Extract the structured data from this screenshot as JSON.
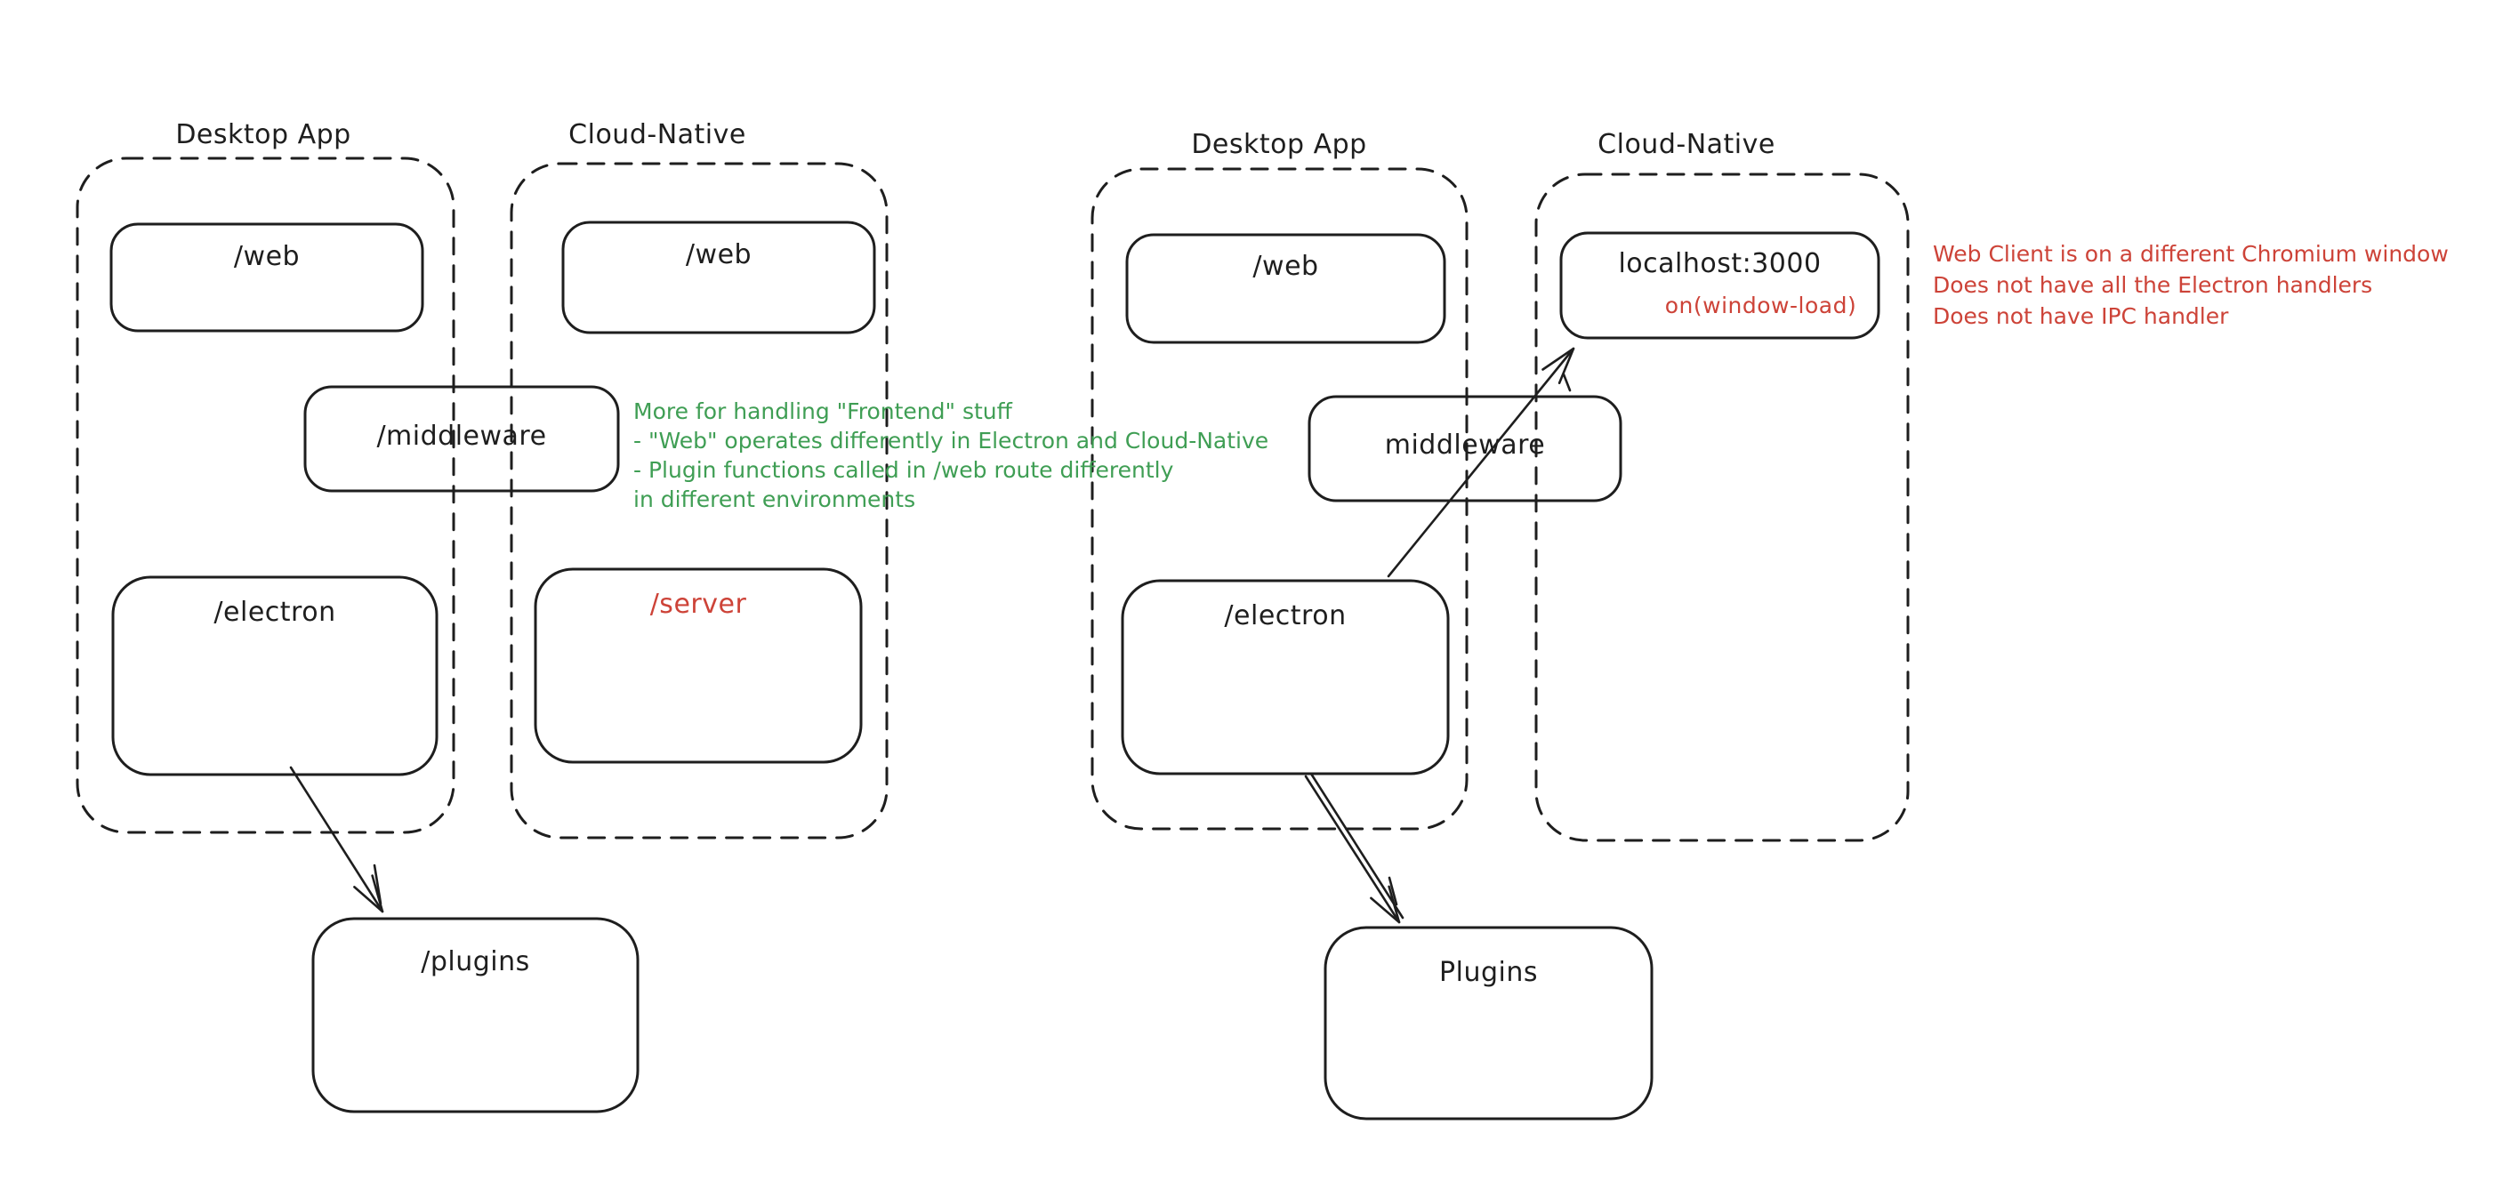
{
  "colors": {
    "stroke": "#1e1e1e",
    "red": "#cd4338",
    "green": "#3f9e54",
    "background": "#ffffff"
  },
  "left_diagram": {
    "desktop_app_label": "Desktop App",
    "cloud_native_label": "Cloud-Native",
    "web_desktop": "/web",
    "web_cloud": "/web",
    "middleware": "/middleware",
    "electron": "/electron",
    "server": "/server",
    "plugins": "/plugins",
    "green_note": [
      "More for handling \"Frontend\" stuff",
      "- \"Web\" operates differently in Electron and Cloud-Native",
      "- Plugin functions called in /web route differently",
      "in different environments"
    ]
  },
  "right_diagram": {
    "desktop_app_label": "Desktop App",
    "cloud_native_label": "Cloud-Native",
    "web_desktop": "/web",
    "localhost": "localhost:3000",
    "on_window_load": "on(window-load)",
    "middleware": "middleware",
    "electron": "/electron",
    "plugins": "Plugins",
    "red_note": [
      "Web Client is on a different Chromium window",
      "Does not have all the Electron handlers",
      "Does not have IPC handler"
    ]
  }
}
